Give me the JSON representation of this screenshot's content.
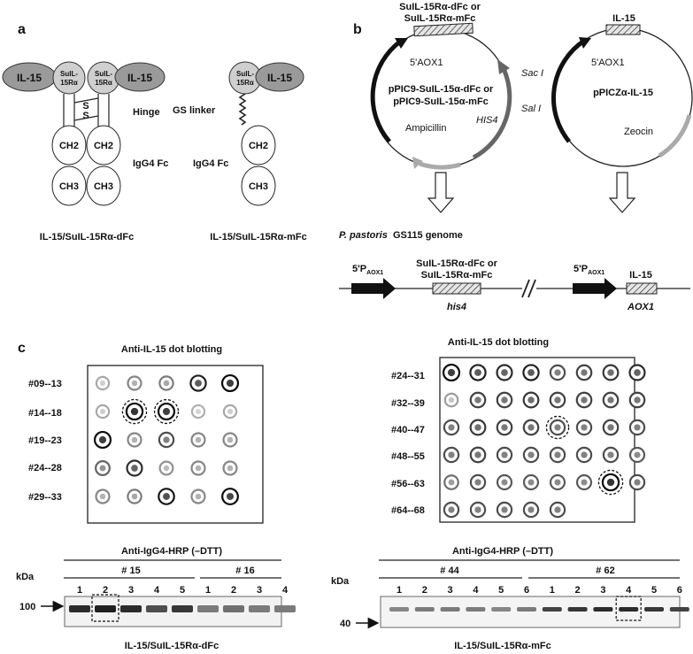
{
  "panel_a": {
    "letter": "a",
    "dfc": {
      "il15": "IL-15",
      "sushi_line1": "SuIL-",
      "sushi_line2": "15Rα",
      "disulfide_s": "S",
      "hinge": "Hinge",
      "ch2": "CH2",
      "ch3": "CH3",
      "fc": "IgG4 Fc",
      "caption": "IL-15/SuIL-15Rα-dFc"
    },
    "mfc": {
      "il15": "IL-15",
      "sushi_line1": "SuIL-",
      "sushi_line2": "15Rα",
      "linker": "GS linker",
      "ch2": "CH2",
      "ch3": "CH3",
      "fc": "IgG4 Fc",
      "caption": "IL-15/SuIL-15Rα-mFc"
    }
  },
  "panel_b": {
    "letter": "b",
    "plasmid1": {
      "insert_line1": "SuIL-15Rα-dFc or",
      "insert_line2": "SuIL-15Rα-mFc",
      "aox": "5'AOX1",
      "name_line1": "pPIC9-SuIL-15α-dFc or",
      "name_line2": "pPIC9-SuIL-15α-mFc",
      "his4": "HIS4",
      "amp": "Ampicillin",
      "sac": "Sac I",
      "sal": "Sal I"
    },
    "plasmid2": {
      "insert": "IL-15",
      "aox": "5'AOX1",
      "name": "pPICZα-IL-15",
      "zeocin": "Zeocin"
    },
    "genome_species": "P. pastoris",
    "genome_strain": "GS115 genome",
    "genome": {
      "promoter": "5'P",
      "promoter_sub": "AOX1",
      "insert_line1": "SuIL-15Rα-dFc or",
      "insert_line2": "SuIL-15Rα-mFc",
      "locus1": "his4",
      "il15": "IL-15",
      "locus2": "AOX1"
    }
  },
  "panel_c": {
    "letter": "c",
    "dot_left": {
      "title": "Anti-IL-15 dot blotting",
      "rows": [
        "#09--13",
        "#14--18",
        "#19--23",
        "#24--28",
        "#29--33"
      ],
      "intensity": [
        [
          0.15,
          0.3,
          0.35,
          0.75,
          0.9
        ],
        [
          0.15,
          0.95,
          0.9,
          0.12,
          0.15
        ],
        [
          0.9,
          0.3,
          0.55,
          0.3,
          0.3
        ],
        [
          0.45,
          0.7,
          0.25,
          0.3,
          0.3
        ],
        [
          0.3,
          0.35,
          0.8,
          0.3,
          0.85
        ]
      ],
      "circled": [
        [
          1,
          1
        ],
        [
          1,
          2
        ]
      ]
    },
    "dot_right": {
      "title": "Anti-IL-15 dot blotting",
      "rows": [
        "#24--31",
        "#32--39",
        "#40--47",
        "#48--55",
        "#56--63",
        "#64--68"
      ],
      "intensity": [
        [
          0.9,
          0.75,
          0.7,
          0.75,
          0.55,
          0.6,
          0.65,
          0.7
        ],
        [
          0.2,
          0.6,
          0.6,
          0.65,
          0.6,
          0.6,
          0.6,
          0.6
        ],
        [
          0.55,
          0.65,
          0.6,
          0.6,
          0.55,
          0.55,
          0.6,
          0.55
        ],
        [
          0.55,
          0.6,
          0.55,
          0.55,
          0.55,
          0.55,
          0.55,
          0.5
        ],
        [
          0.4,
          0.55,
          0.5,
          0.5,
          0.5,
          0.5,
          0.95,
          0.55
        ],
        [
          0.55,
          0.55,
          0.55,
          0.55,
          0.55,
          null,
          null,
          null
        ]
      ],
      "circled": [
        [
          2,
          4
        ],
        [
          4,
          6
        ]
      ]
    },
    "blot_left": {
      "title": "Anti-IgG4-HRP (–DTT)",
      "unit": "kDa",
      "marker": "100",
      "groups": [
        {
          "label": "# 15",
          "lanes": [
            "1",
            "2",
            "3",
            "4",
            "5"
          ]
        },
        {
          "label": "# 16",
          "lanes": [
            "1",
            "2",
            "3",
            "4"
          ]
        }
      ],
      "band_intensity": [
        0.85,
        0.9,
        0.85,
        0.7,
        0.8,
        0.5,
        0.55,
        0.5,
        0.5
      ],
      "boxed_lane": 1,
      "caption": "IL-15/SuIL-15Rα-dFc"
    },
    "blot_right": {
      "title": "Anti-IgG4-HRP (–DTT)",
      "unit": "kDa",
      "marker": "40",
      "groups": [
        {
          "label": "# 44",
          "lanes": [
            "1",
            "2",
            "3",
            "4",
            "5",
            "6"
          ]
        },
        {
          "label": "# 62",
          "lanes": [
            "1",
            "2",
            "3",
            "4",
            "5",
            "6"
          ]
        }
      ],
      "band_intensity": [
        0.45,
        0.5,
        0.5,
        0.5,
        0.45,
        0.5,
        0.75,
        0.8,
        0.85,
        0.85,
        0.8,
        0.75
      ],
      "boxed_lane": 9,
      "caption": "IL-15/SuIL-15Rα-mFc"
    }
  }
}
